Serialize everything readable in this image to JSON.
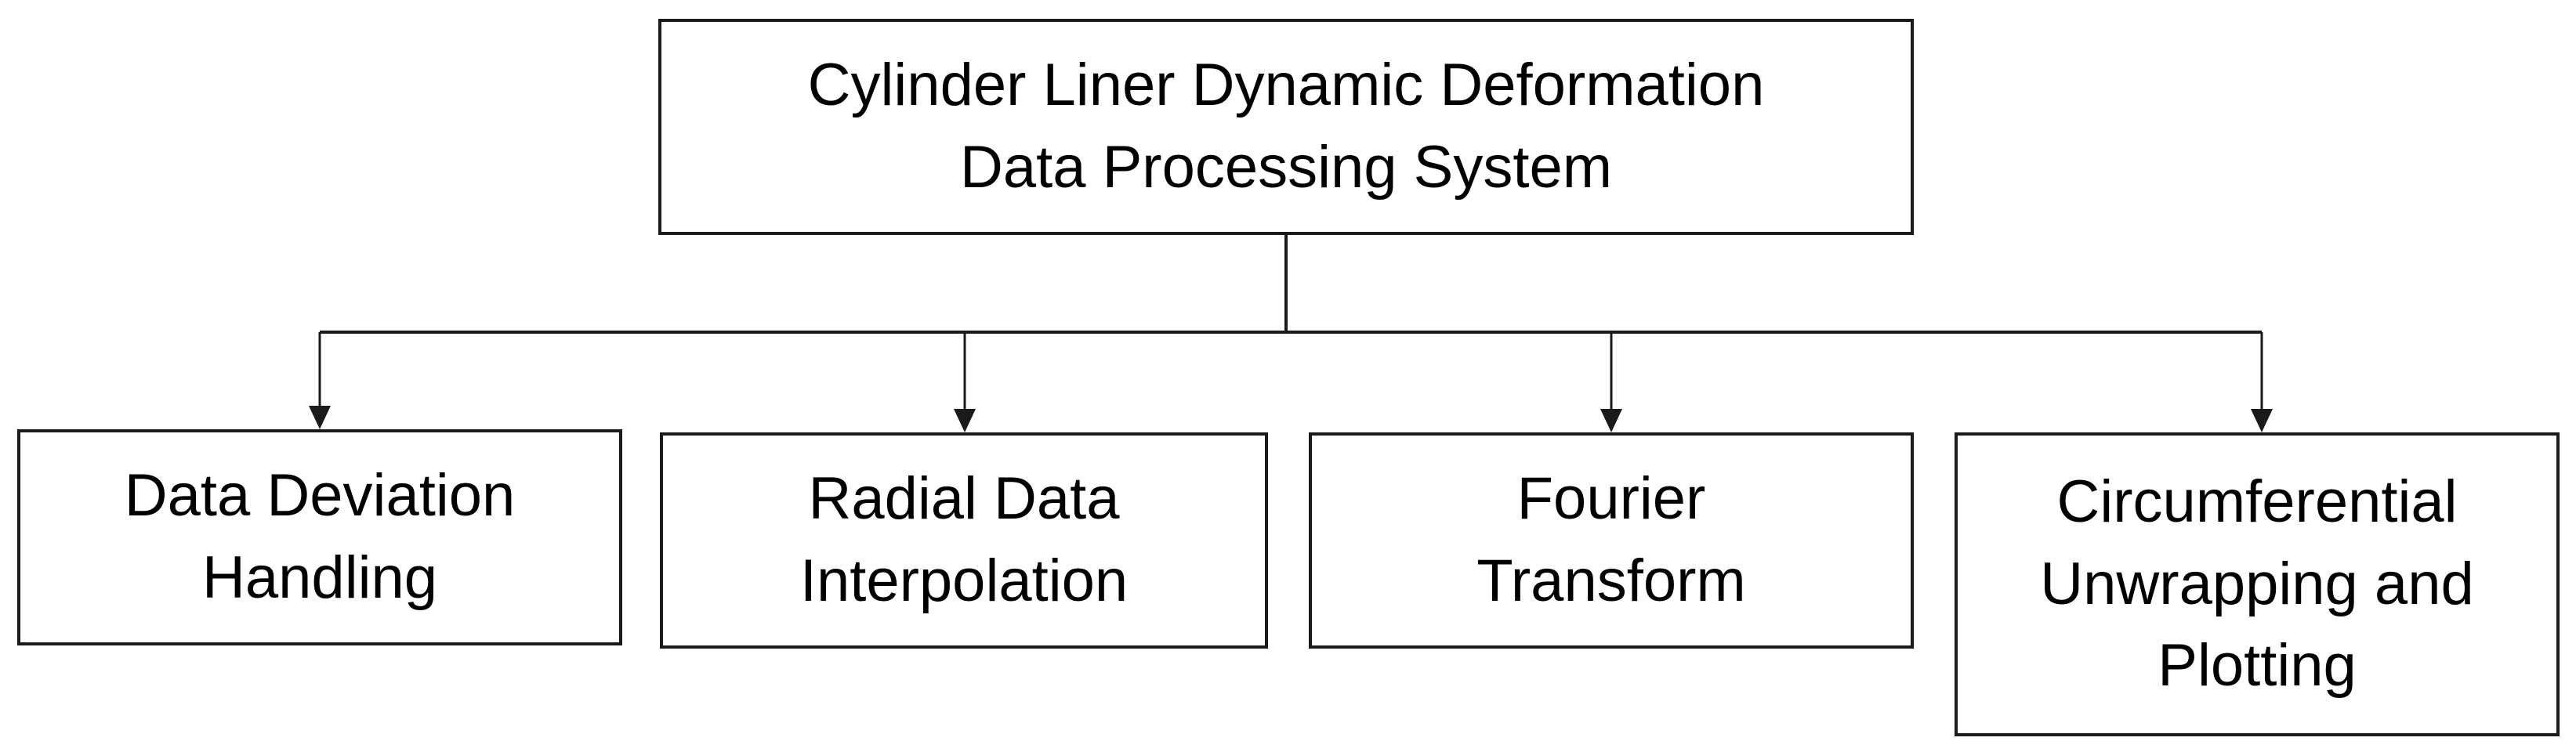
{
  "diagram": {
    "root": {
      "lines": [
        "Cylinder Liner Dynamic Deformation",
        "Data Processing System"
      ]
    },
    "children": [
      {
        "lines": [
          "Data Deviation",
          "Handling"
        ]
      },
      {
        "lines": [
          "Radial Data",
          "Interpolation"
        ]
      },
      {
        "lines": [
          "Fourier",
          "Transform"
        ]
      },
      {
        "lines": [
          "Circumferential",
          "Unwrapping and",
          "Plotting"
        ]
      }
    ],
    "colors": {
      "line": "#1a1a1a",
      "background": "#ffffff",
      "text": "#000000"
    }
  }
}
